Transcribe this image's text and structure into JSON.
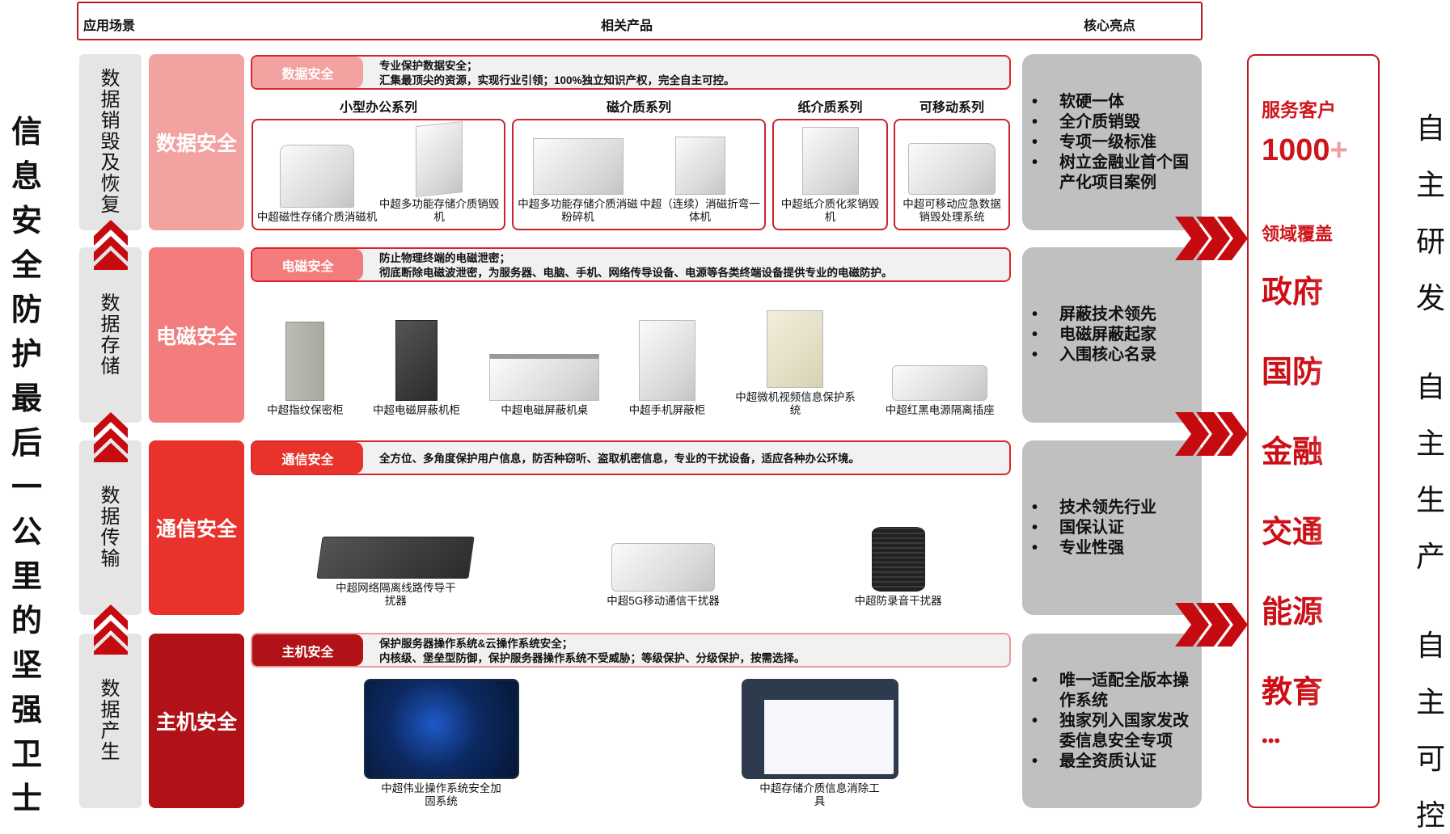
{
  "header": {
    "col1": "应用场景",
    "col2": "相关产品",
    "col3": "核心亮点"
  },
  "left_title": [
    "信",
    "息",
    "安",
    "全",
    "防",
    "护",
    "最",
    "后",
    "一",
    "公",
    "里",
    "的",
    "坚",
    "强",
    "卫",
    "士"
  ],
  "stages": [
    {
      "chars": [
        "数",
        "据",
        "销",
        "毁",
        "及",
        "恢",
        "复"
      ]
    },
    {
      "chars": [
        "数",
        "据",
        "存",
        "储"
      ]
    },
    {
      "chars": [
        "数",
        "据",
        "传",
        "输"
      ]
    },
    {
      "chars": [
        "数",
        "据",
        "产",
        "生"
      ]
    }
  ],
  "colors": {
    "data": "#f2a3a1",
    "em": "#f37d7d",
    "comm": "#e8322b",
    "host": "#b01217",
    "border": "#c8252b",
    "highlight_bg": "#c0c0c0"
  },
  "sections": {
    "data": {
      "category": "数据安全",
      "tag": "数据安全",
      "desc": [
        "专业保护数据安全；",
        "汇集最顶尖的资源，实现行业引领；100%独立知识产权，完全自主可控。"
      ],
      "series": [
        {
          "label": "小型办公系列",
          "products": [
            {
              "name": "中超磁性存储介质消磁机",
              "icon": "degausser-machine"
            },
            {
              "name": "中超多功能存储介质销毁机",
              "icon": "media-destroyer"
            }
          ]
        },
        {
          "label": "磁介质系列",
          "products": [
            {
              "name": "中超多功能存储介质消磁粉碎机",
              "icon": "degauss-shredder"
            },
            {
              "name": "中超（连续）消磁折弯一体机",
              "icon": "degauss-bender"
            }
          ]
        },
        {
          "label": "纸介质系列",
          "products": [
            {
              "name": "中超纸介质化浆销毁机",
              "icon": "paper-pulper"
            }
          ]
        },
        {
          "label": "可移动系列",
          "products": [
            {
              "name": "中超可移动应急数据销毁处理系统",
              "icon": "truck"
            }
          ]
        }
      ]
    },
    "em": {
      "category": "电磁安全",
      "tag": "电磁安全",
      "desc": [
        "防止物理终端的电磁泄密；",
        "彻底断除电磁波泄密，为服务器、电脑、手机、网络传导设备、电源等各类终端设备提供专业的电磁防护。"
      ],
      "products": [
        {
          "name": "中超指纹保密柜",
          "icon": "fingerprint-cabinet"
        },
        {
          "name": "中超电磁屏蔽机柜",
          "icon": "shield-rack"
        },
        {
          "name": "中超电磁屏蔽机桌",
          "icon": "shield-desk"
        },
        {
          "name": "中超手机屏蔽柜",
          "icon": "phone-cabinet"
        },
        {
          "name": "中超微机视频信息保护系统",
          "icon": "video-protector"
        },
        {
          "name": "中超红黑电源隔离插座",
          "icon": "power-strip"
        }
      ]
    },
    "comm": {
      "category": "通信安全",
      "tag": "通信安全",
      "desc": [
        "全方位、多角度保护用户信息，防否种窃听、盗取机密信息，专业的干扰设备，适应各种办公环境。"
      ],
      "products": [
        {
          "name": "中超网络隔离线路传导干扰器",
          "icon": "network-jammer"
        },
        {
          "name": "中超5G移动通信干扰器",
          "icon": "5g-jammer"
        },
        {
          "name": "中超防录音干扰器",
          "icon": "recorder-jammer"
        }
      ]
    },
    "host": {
      "category": "主机安全",
      "tag": "主机安全",
      "desc": [
        "保护服务器操作系统&云操作系统安全；",
        "内核级、堡垒型防御，保护服务器操作系统不受威胁；等级保护、分级保护，按需选择。"
      ],
      "products": [
        {
          "name": "中超伟业操作系统安全加固系统",
          "icon": "dashboard-screen"
        },
        {
          "name": "中超存储介质信息消除工具",
          "icon": "app-screen"
        }
      ]
    }
  },
  "highlights": [
    [
      "软硬一体",
      "全介质销毁",
      "专项一级标准",
      "树立金融业首个国产化项目案例"
    ],
    [
      "屏蔽技术领先",
      "电磁屏蔽起家",
      "入围核心名录"
    ],
    [
      "技术领先行业",
      "国保认证",
      "专业性强"
    ],
    [
      "唯一适配全版本操作系统",
      "独家列入国家发改委信息安全专项",
      "最全资质认证"
    ]
  ],
  "summary": {
    "customers_label": "服务客户",
    "customers_value": "1000",
    "customers_suffix": "+",
    "coverage_label": "领域覆盖",
    "sectors": [
      "政府",
      "国防",
      "金融",
      "交通",
      "能源",
      "教育"
    ],
    "more": "•••"
  },
  "slogans": [
    [
      "自",
      "主",
      "研",
      "发"
    ],
    [
      "自",
      "主",
      "生",
      "产"
    ],
    [
      "自",
      "主",
      "可",
      "控"
    ]
  ]
}
